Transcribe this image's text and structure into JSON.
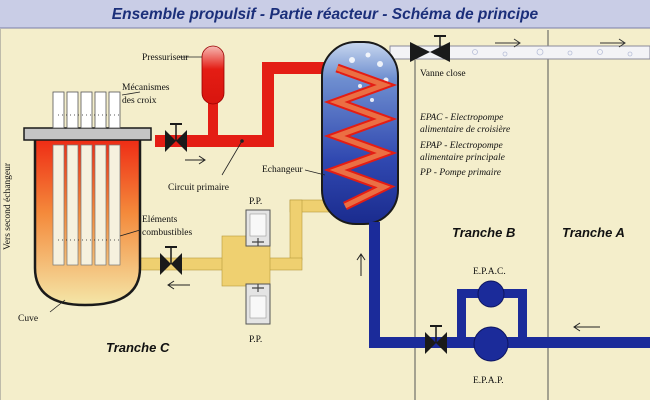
{
  "title": "Ensemble propulsif - Partie réacteur - Schéma de principe",
  "labels": {
    "pressuriseur": "Pressuriseur",
    "mecanismes_line1": "Mécanismes",
    "mecanismes_line2": "des croix",
    "vers_second": "Vers second échangeur",
    "circuit_primaire": "Circuit primaire",
    "echangeur": "Echangeur",
    "elements_line1": "Eléments",
    "elements_line2": "combustibles",
    "cuve": "Cuve",
    "pp_top": "P.P.",
    "pp_bottom": "P.P.",
    "vanne_close": "Vanne close",
    "epac": "E.P.A.C.",
    "epap": "E.P.A.P."
  },
  "legend": [
    "EPAC - Electropompe",
    "alimentaire de croisière",
    "EPAP - Electropompe",
    "alimentaire principale",
    "PP - Pompe primaire"
  ],
  "zones": {
    "tranche_a": "Tranche A",
    "tranche_b": "Tranche B",
    "tranche_c": "Tranche C"
  },
  "colors": {
    "background": "#f4eecb",
    "title_band": "#c9cde6",
    "title_text": "#1b2f7a",
    "hot_primary": "#e41d14",
    "cool_primary": "#efd070",
    "feedwater": "#1b2b9a",
    "steam": "#f3f3f6"
  }
}
